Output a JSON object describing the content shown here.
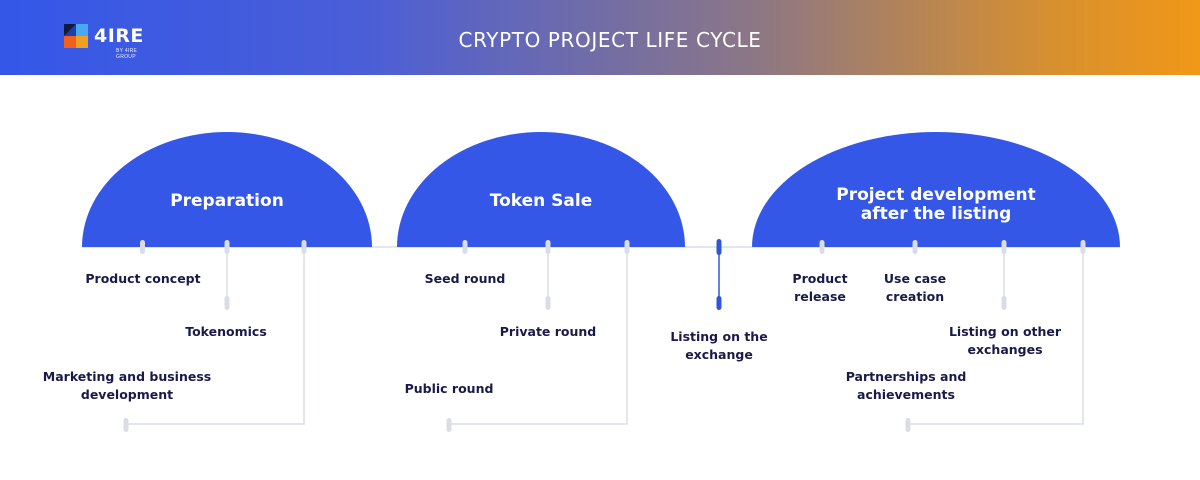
{
  "header": {
    "logo_text": "4IRE",
    "logo_sub": "BY 4IRE GROUP",
    "title": "CRYPTO PROJECT LIFE CYCLE"
  },
  "stages": {
    "preparation": "Preparation",
    "token_sale": "Token Sale",
    "project_dev_line1": "Project development",
    "project_dev_line2": "after the listing"
  },
  "steps": {
    "product_concept": "Product concept",
    "tokenomics": "Tokenomics",
    "marketing_line1": "Marketing and business",
    "marketing_line2": "development",
    "seed_round": "Seed round",
    "private_round": "Private round",
    "public_round": "Public round",
    "listing_line1": "Listing on the",
    "listing_line2": "exchange",
    "product_release_line1": "Product",
    "product_release_line2": "release",
    "use_case_line1": "Use case",
    "use_case_line2": "creation",
    "listing_other_line1": "Listing on other",
    "listing_other_line2": "exchanges",
    "partnerships_line1": "Partnerships and",
    "partnerships_line2": "achievements"
  },
  "colors": {
    "stage_blue": "#3457e8",
    "connector_gray": "#d9dce6",
    "label_navy": "#1a1a4a",
    "highlight_blue": "#2f56d8"
  }
}
